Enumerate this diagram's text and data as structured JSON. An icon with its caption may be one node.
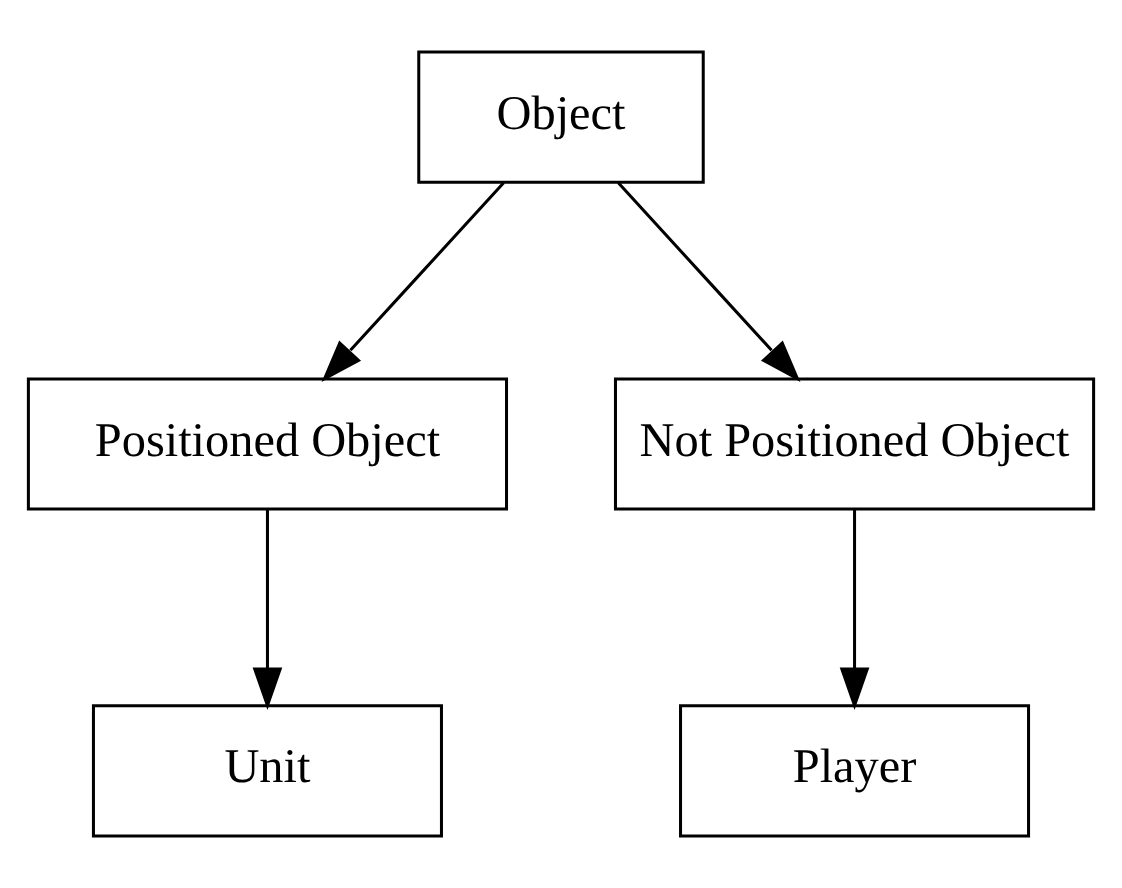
{
  "diagram": {
    "nodes": [
      {
        "text": [
          "Object"
        ]
      },
      {
        "text": [
          "Positioned Object"
        ]
      },
      {
        "text": [
          "Not Positioned Object"
        ]
      },
      {
        "text": [
          "Unit"
        ]
      },
      {
        "text": [
          "Player"
        ]
      }
    ],
    "edges": [
      {
        "from": 0,
        "to": 1,
        "arrow": "to"
      },
      {
        "from": 0,
        "to": 2,
        "arrow": "to"
      },
      {
        "from": 1,
        "to": 3,
        "arrow": "to"
      },
      {
        "from": 2,
        "to": 4,
        "arrow": "to"
      }
    ]
  }
}
